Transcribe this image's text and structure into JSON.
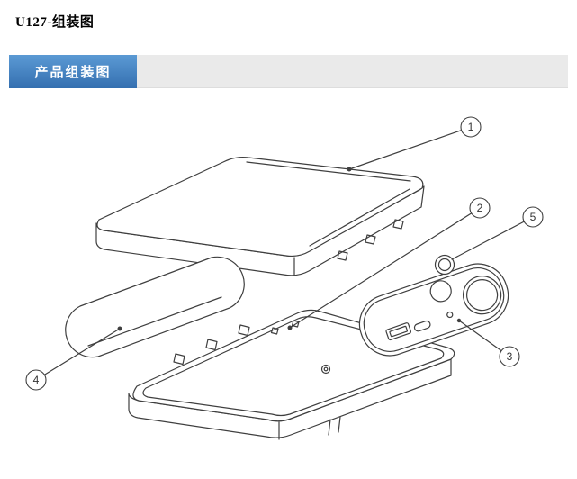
{
  "page": {
    "title": "U127-组装图"
  },
  "section": {
    "title": "产品组装图"
  },
  "colors": {
    "badge_blue": "#3f7fc1",
    "header_gray": "#eaeaea",
    "line_art": "#3f3f3f",
    "background": "#ffffff"
  },
  "diagram": {
    "type": "exploded-assembly-drawing",
    "callouts": [
      {
        "label": "1"
      },
      {
        "label": "2"
      },
      {
        "label": "3"
      },
      {
        "label": "4"
      },
      {
        "label": "5"
      }
    ]
  }
}
